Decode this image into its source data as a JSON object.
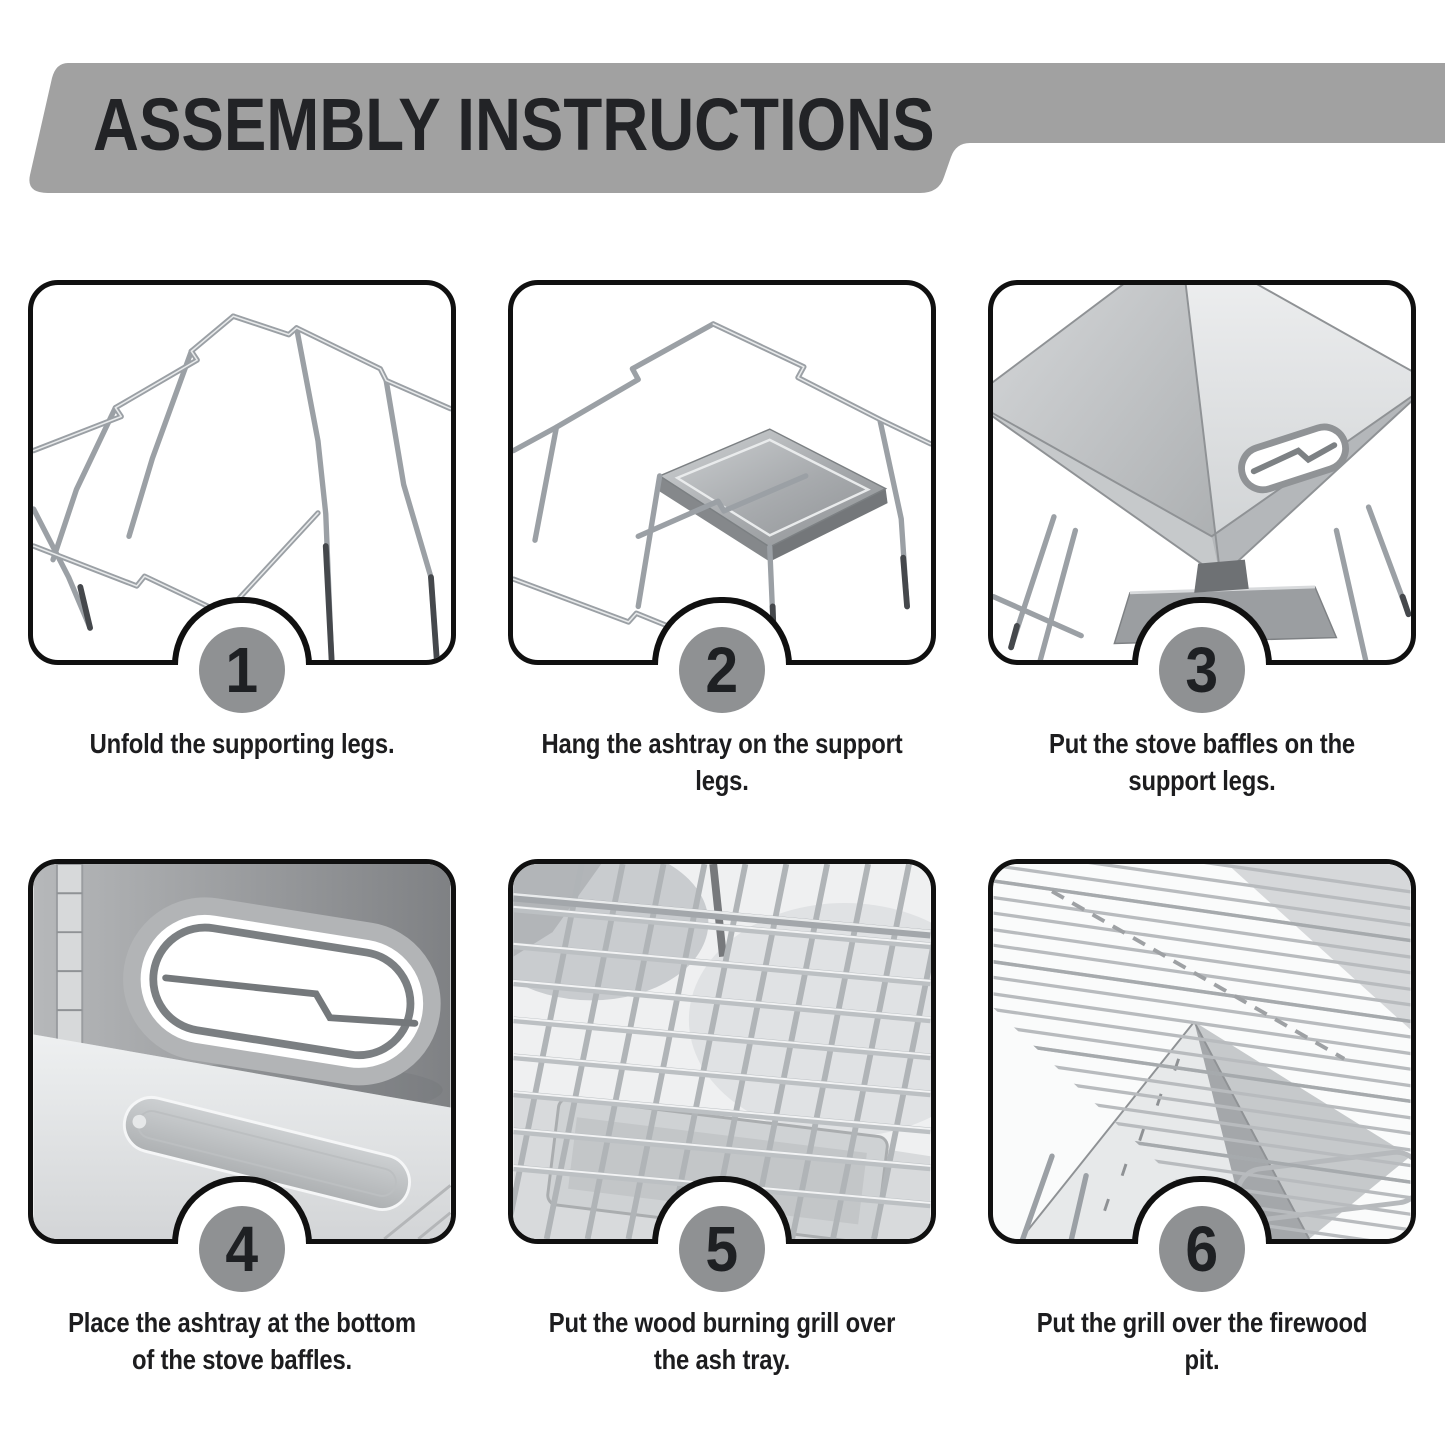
{
  "header": {
    "title": "ASSEMBLY INSTRUCTIONS"
  },
  "colors": {
    "banner_gray": "#a1a1a1",
    "badge_gray": "#8f9193",
    "text_dark": "#1d1d1f",
    "frame_black": "#101010"
  },
  "steps": [
    {
      "number": "1",
      "caption": "Unfold the supporting legs.",
      "illustration": "unfolded-wire-support-legs"
    },
    {
      "number": "2",
      "caption": "Hang the ashtray on the support\nlegs.",
      "illustration": "ashtray-hung-on-support-legs"
    },
    {
      "number": "3",
      "caption": "Put the stove baffles on the\nsupport legs.",
      "illustration": "stove-baffles-on-support-legs"
    },
    {
      "number": "4",
      "caption": "Place the ashtray at the bottom\nof the stove baffles.",
      "illustration": "ashtray-at-bottom-of-stove-baffles"
    },
    {
      "number": "5",
      "caption": "Put the wood burning grill over\nthe ash tray.",
      "illustration": "wood-burning-grill-over-ash-tray"
    },
    {
      "number": "6",
      "caption": "Put the grill over the firewood\npit.",
      "illustration": "grill-over-firewood-pit"
    }
  ]
}
